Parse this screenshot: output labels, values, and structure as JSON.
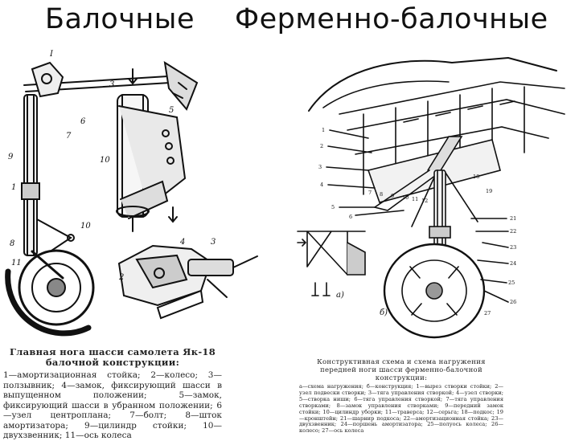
{
  "titles": {
    "left": "Балочные",
    "right": "Ферменно-балочные"
  },
  "left_figure": {
    "callouts": [
      "I",
      "3",
      "6",
      "5",
      "7",
      "9",
      "10",
      "1",
      "10",
      "8",
      "11",
      "2",
      "4",
      "3"
    ],
    "caption_heading": "Главная нога шасси самолета Як-18 балочной конструкции:",
    "caption_body": "1—амортизационная стойка; 2—колесо; 3—ползывник; 4—замок, фиксирующий шасси в выпущенном положении; 5—замок, фиксирующий шасси в убранном положении; 6—узел центроплана; 7—болт; 8—шток амортизатора; 9—цилиндр стойки; 10—двухзвенник; 11—ось колеса"
  },
  "right_figure": {
    "callouts": [
      "1",
      "2",
      "3",
      "4",
      "5",
      "6",
      "7",
      "8",
      "9",
      "10",
      "11",
      "12",
      "18",
      "19",
      "21",
      "22",
      "23",
      "24",
      "25",
      "26",
      "27",
      "а)",
      "б)"
    ],
    "caption_heading": "Конструктивная схема и схема нагружения передней ноги шасси ферменно-балочной конструкции:",
    "caption_body": "а—схема нагружения; б—конструкция; 1—вырез створки стойки; 2—узел подвески створки; 3—тяга управления створкой; 4—узел створки; 5—створка ниши; 6—тяга управления створкой; 7—тяга управления створками; 8—замок управления створками; 9—передний замок стойки; 10—цилиндр уборки; 11—траверса; 12—серьга; 18—подкос; 19—кронштейн; 21—шарнир подкоса; 22—амортизационная стойка; 23—двухзвенник; 24—поршень амортизатора; 25—полуось колеса; 26—колесо; 27—ось колеса"
  }
}
